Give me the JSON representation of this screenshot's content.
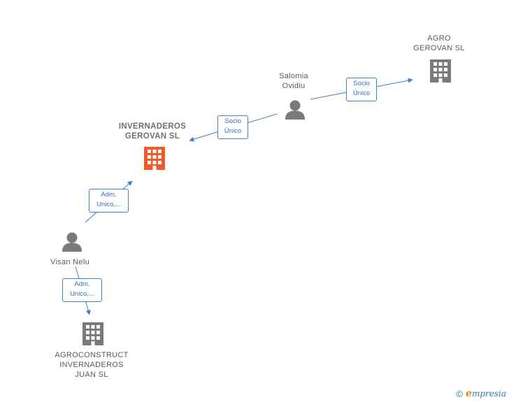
{
  "nodes": {
    "agro_gerovan": {
      "label": "AGRO\nGEROVAN  SL",
      "type": "company"
    },
    "salomia": {
      "label": "Salomia\nOvidiu",
      "type": "person"
    },
    "invernaderos": {
      "label": "INVERNADEROS\nGEROVAN  SL",
      "type": "company-focus"
    },
    "visan": {
      "label": "Visan Nelu",
      "type": "person"
    },
    "agroconstruct": {
      "label": "AGROCONSTRUCT\nINVERNADEROS\nJUAN  SL",
      "type": "company"
    }
  },
  "edges": {
    "salomia_to_agro": {
      "label": "Socio\nÚnico"
    },
    "salomia_to_invernaderos": {
      "label": "Socio\nÚnico"
    },
    "visan_to_invernaderos": {
      "label": "Adm.\nUnico,..."
    },
    "visan_to_agroconstruct": {
      "label": "Adm.\nUnico,..."
    }
  },
  "colors": {
    "edge": "#3a80d0",
    "building": "#7a7a7a",
    "building_focus": "#f05a28",
    "person": "#7a7a7a"
  },
  "footer": {
    "copyright": "©",
    "brand_initial": "e",
    "brand_rest": "mpresia"
  }
}
